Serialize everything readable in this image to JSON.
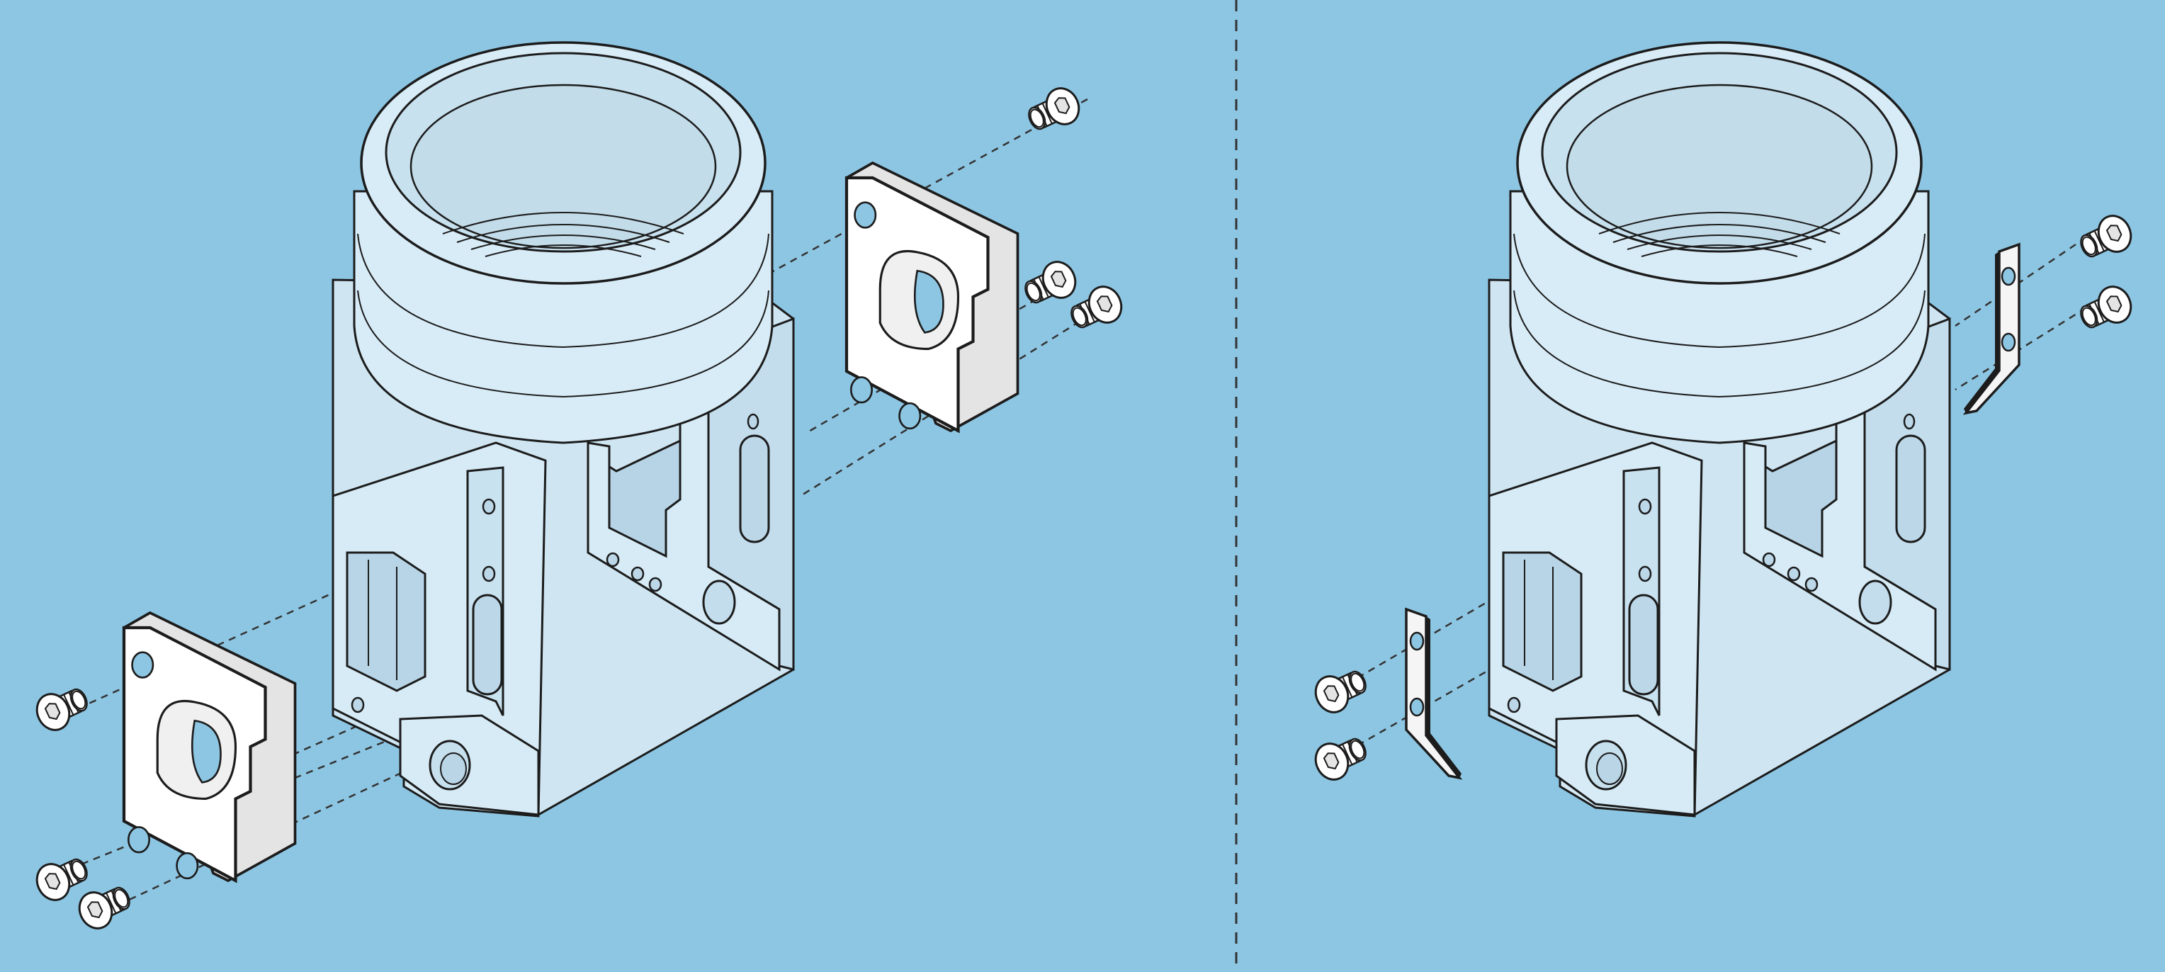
{
  "diagram": {
    "panels": [
      {
        "panel": "left",
        "parts": [
          "housing",
          "block-bracket-lower",
          "block-bracket-upper",
          "screws"
        ],
        "screw_count": 6
      },
      {
        "panel": "right",
        "parts": [
          "housing",
          "strip-bracket-lower",
          "strip-bracket-upper",
          "screws"
        ],
        "screw_count": 4
      }
    ],
    "divider": "dashed",
    "colors": {
      "background": "#8dc6e3",
      "housing_fill": "#d3e9f4",
      "housing_inner": "#c2dce9",
      "bracket_fill": "#ffffff",
      "bracket_shade": "#e3e3e3",
      "outline": "#1c1c1c",
      "leader_line": "#333333"
    }
  }
}
